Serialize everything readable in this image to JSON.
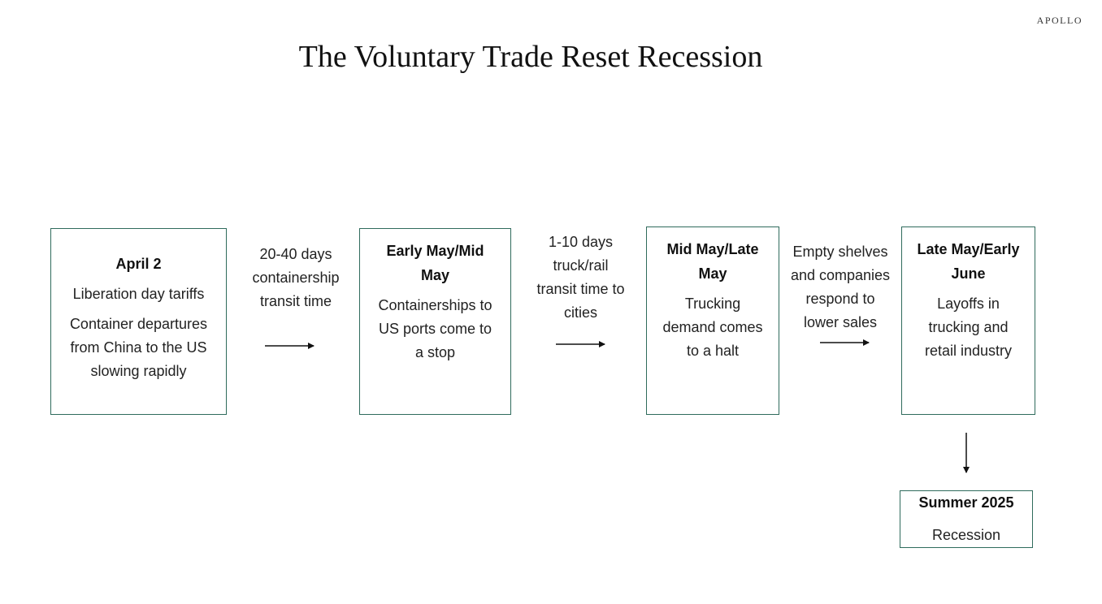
{
  "brand": "APOLLO",
  "title": "The Voluntary Trade Reset Recession",
  "stages": [
    {
      "heading": "April 2",
      "lines": [
        "Liberation day tariffs"
      ],
      "lines2": [
        "Container departures",
        "from China to the US",
        "slowing rapidly"
      ]
    },
    {
      "heading_lines": [
        "Early May/Mid",
        "May"
      ],
      "lines": [
        "Containerships to",
        "US ports come to",
        "a stop"
      ]
    },
    {
      "heading_lines": [
        "Mid May/Late",
        "May"
      ],
      "lines": [
        "Trucking",
        "demand comes",
        "to a halt"
      ]
    },
    {
      "heading_lines": [
        "Late May/Early",
        "June"
      ],
      "lines": [
        "Layoffs in",
        "trucking and",
        "retail industry"
      ]
    },
    {
      "heading": "Summer 2025",
      "lines": [
        "Recession"
      ]
    }
  ],
  "transitions": [
    {
      "lines": [
        "20-40 days",
        "containership",
        "transit time"
      ]
    },
    {
      "lines": [
        "1-10 days",
        "truck/rail",
        "transit time to",
        "cities"
      ]
    },
    {
      "lines": [
        "Empty shelves",
        "and companies",
        "respond to",
        "lower sales"
      ]
    }
  ],
  "colors": {
    "box_border": "#2f6b5c",
    "arrow": "#111111"
  }
}
